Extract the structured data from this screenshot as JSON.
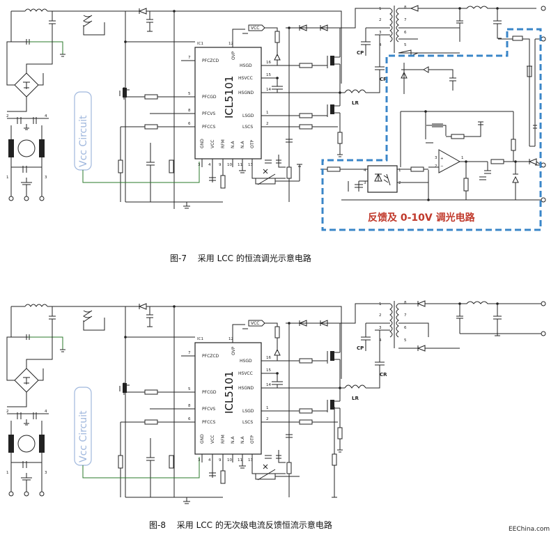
{
  "fig7": {
    "caption": "图-7　 采用 LCC 的恒流调光示意电路",
    "chip_name": "ICL5101",
    "ic_ref": "IC1",
    "vcc_tag": "VCC",
    "vcc_circuit": "Vcc Circuit",
    "feedback_label": "反馈及 0-10V 调光电路",
    "cp_label": "CP",
    "cr_label": "CR",
    "lr_label": "LR",
    "pins_left": [
      {
        "name": "PFCZCD",
        "num": "7"
      },
      {
        "name": "PFCGD",
        "num": "5"
      },
      {
        "name": "PFCVS",
        "num": "8"
      },
      {
        "name": "PFCCS",
        "num": "6"
      }
    ],
    "pins_right": [
      {
        "name": "HSGD",
        "num": "16"
      },
      {
        "name": "HSVCC",
        "num": "15"
      },
      {
        "name": "HSGND",
        "num": "14"
      },
      {
        "name": "LSGD",
        "num": "1"
      },
      {
        "name": "LSCS",
        "num": "2"
      }
    ],
    "pins_bottom": [
      {
        "name": "GND",
        "num": "3"
      },
      {
        "name": "VCC",
        "num": "4"
      },
      {
        "name": "RFM",
        "num": "9"
      },
      {
        "name": "N.A",
        "num": "10"
      },
      {
        "name": "N.A",
        "num": "11"
      },
      {
        "name": "OTP",
        "num": "13"
      }
    ],
    "pin_top": {
      "name": "OVP",
      "num": "12"
    }
  },
  "fig8": {
    "caption": "图-8　 采用 LCC 的无次级电流反馈恒流示意电路",
    "chip_name": "ICL5101",
    "ic_ref": "IC1",
    "vcc_tag": "VCC",
    "vcc_circuit": "Vcc Circuit",
    "cp_label": "CP",
    "cr_label": "CR",
    "lr_label": "LR",
    "pins_left": [
      {
        "name": "PFCZCD",
        "num": "7"
      },
      {
        "name": "PFCGD",
        "num": "5"
      },
      {
        "name": "PFCVS",
        "num": "8"
      },
      {
        "name": "PFCCS",
        "num": "6"
      }
    ],
    "pins_right": [
      {
        "name": "HSGD",
        "num": "16"
      },
      {
        "name": "HSVCC",
        "num": "15"
      },
      {
        "name": "HSGND",
        "num": "14"
      },
      {
        "name": "LSGD",
        "num": "1"
      },
      {
        "name": "LSCS",
        "num": "2"
      }
    ],
    "pins_bottom": [
      {
        "name": "GND",
        "num": "3"
      },
      {
        "name": "VCC",
        "num": "4"
      },
      {
        "name": "RFM",
        "num": "9"
      },
      {
        "name": "N.A",
        "num": "10"
      },
      {
        "name": "N.A",
        "num": "11"
      },
      {
        "name": "OTP",
        "num": "13"
      }
    ],
    "pin_top": {
      "name": "OVP",
      "num": "12"
    }
  },
  "watermark": "EEChina.com"
}
